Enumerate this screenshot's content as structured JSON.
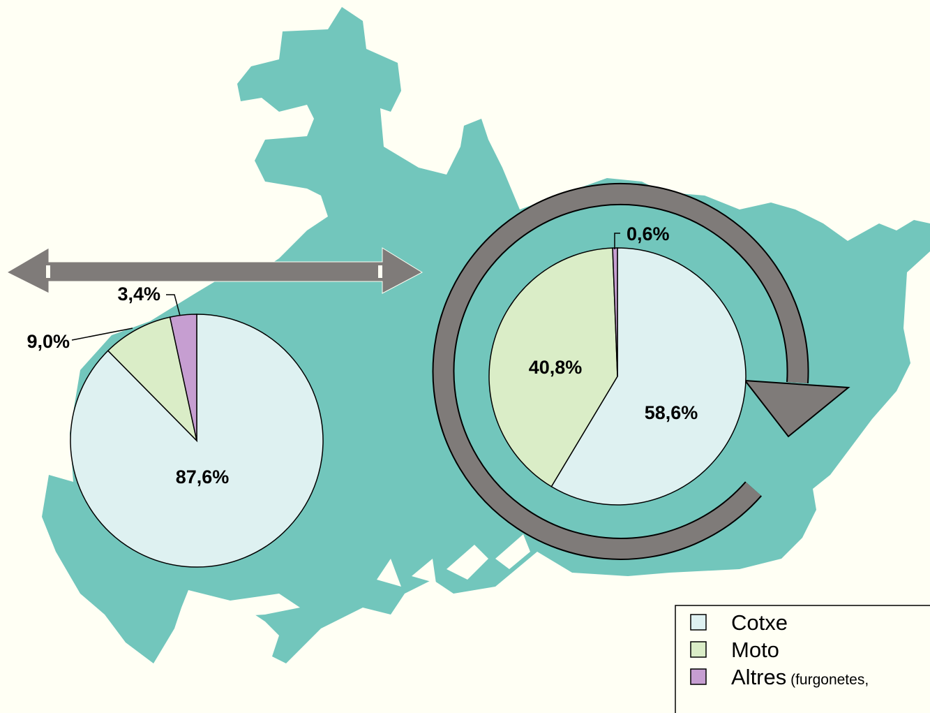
{
  "colors": {
    "background": "#FFFFF4",
    "map": "#72C6BC",
    "arrow": "#7F7B79",
    "cotxe": "#DEF1F1",
    "moto": "#DAEDC7",
    "altres": "#C69ED1"
  },
  "chart_data": [
    {
      "type": "pie",
      "categories": [
        "Cotxe",
        "Moto",
        "Altres"
      ],
      "values": [
        87.6,
        9.0,
        3.4
      ],
      "labels": [
        "87,6%",
        "9,0%",
        "3,4%"
      ]
    },
    {
      "type": "pie",
      "categories": [
        "Cotxe",
        "Moto",
        "Altres"
      ],
      "values": [
        58.6,
        40.8,
        0.6
      ],
      "labels": [
        "58,6%",
        "40,8%",
        "0,6%"
      ]
    }
  ],
  "legend": [
    {
      "label": "Cotxe",
      "note": "",
      "color": "#DEF1F1"
    },
    {
      "label": "Moto",
      "note": "",
      "color": "#DAEDC7"
    },
    {
      "label": "Altres",
      "note": "(furgonetes,",
      "color": "#C69ED1"
    }
  ],
  "icons": {
    "double_arrow": "double-headed-arrow-icon",
    "circular_arrow": "circular-arrow-icon"
  }
}
